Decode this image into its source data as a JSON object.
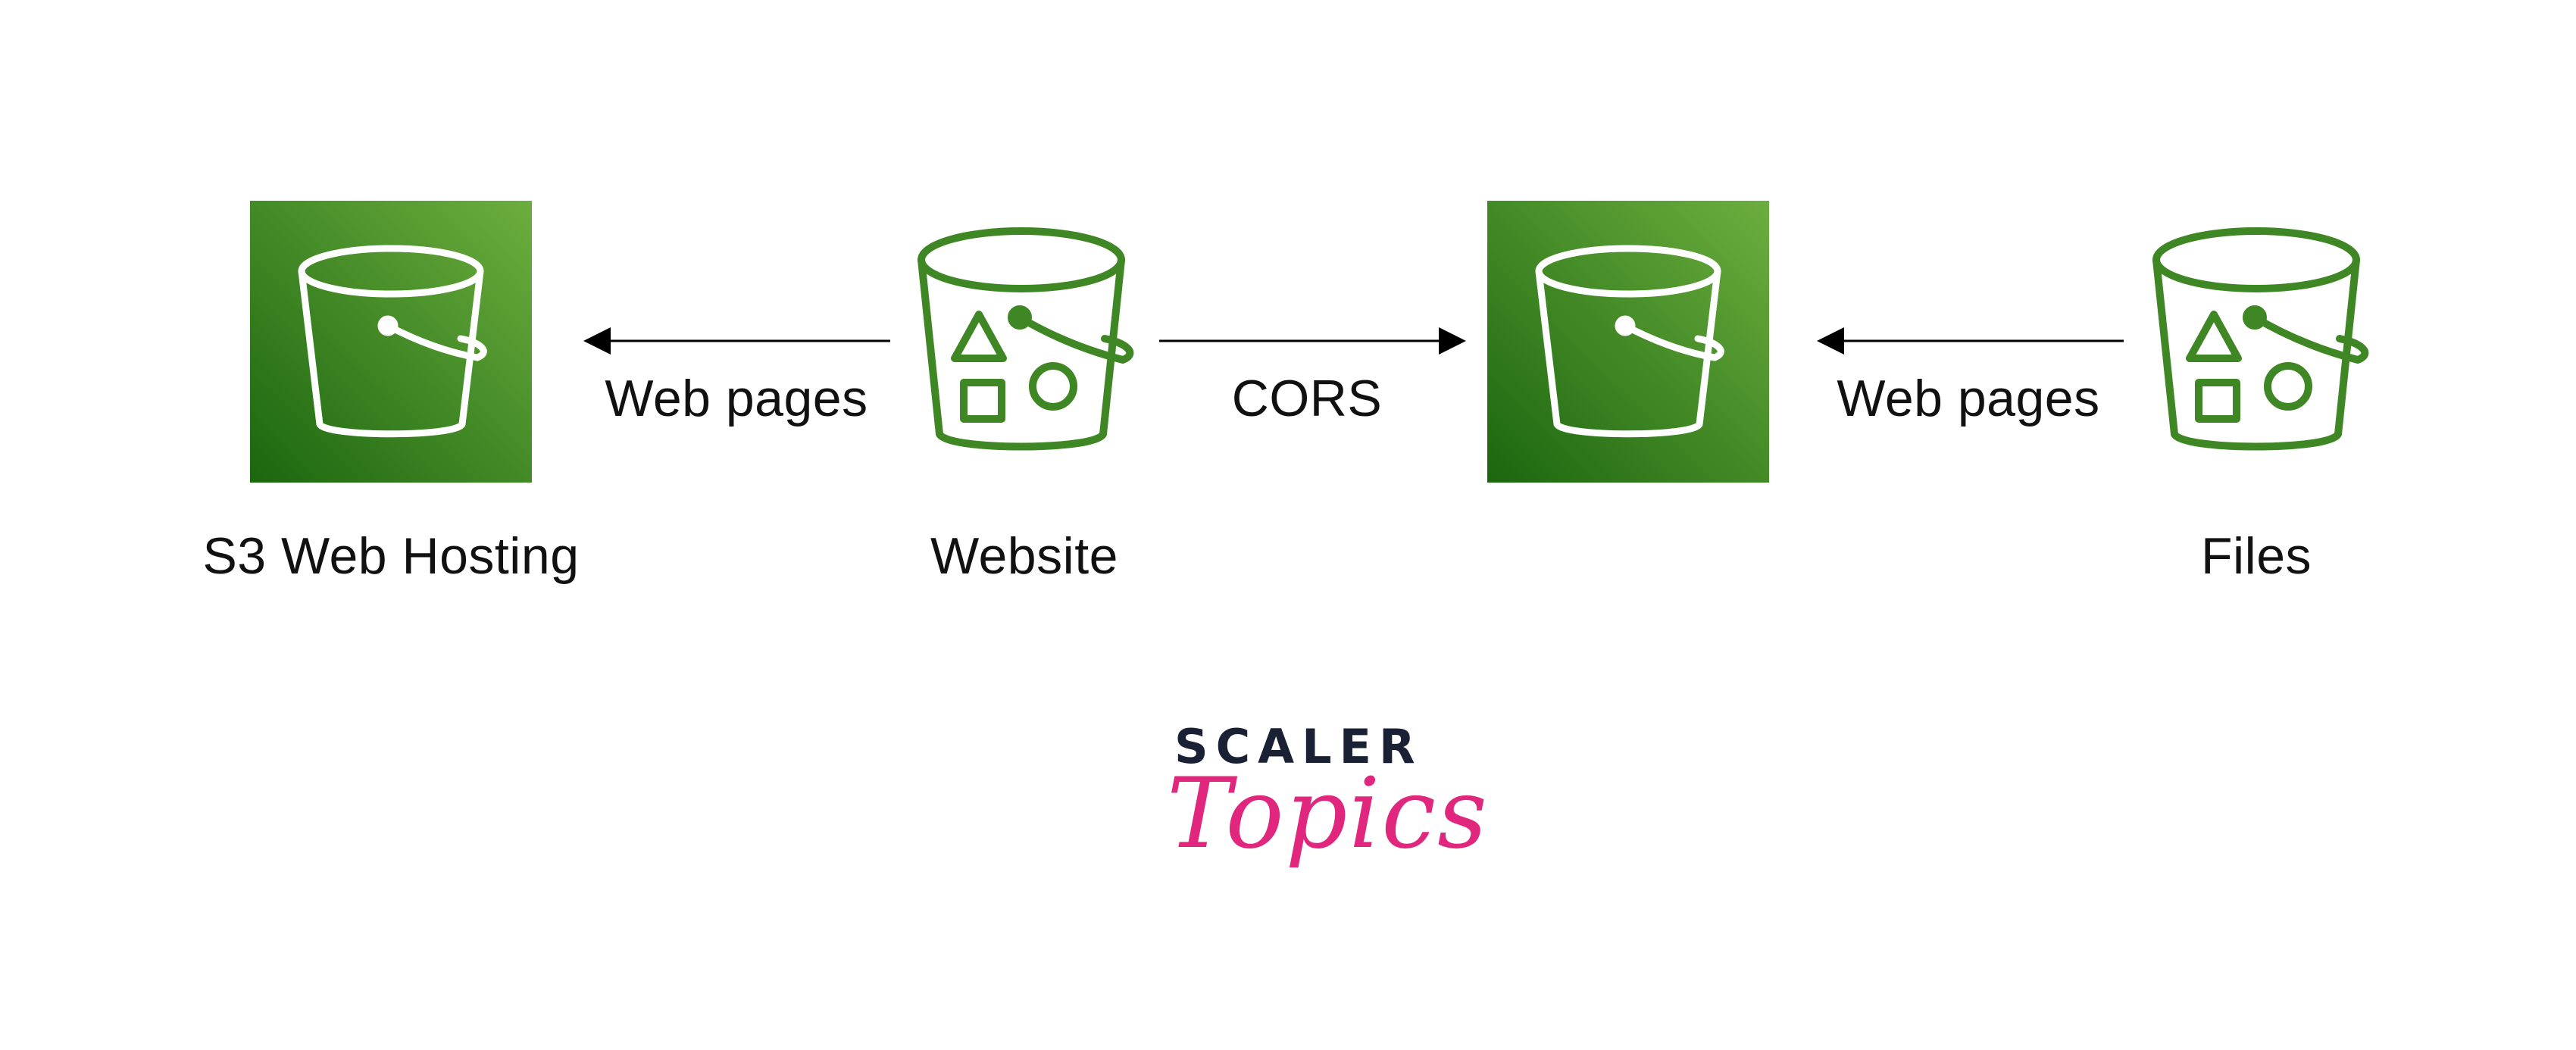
{
  "colors": {
    "bucket_green": "#3f8624",
    "tile_dark": "#1b660f",
    "tile_light": "#6cae3e",
    "arrow": "#000000",
    "text": "#111111",
    "logo_navy": "#1b2134",
    "logo_pink": "#e0267d"
  },
  "nodes": [
    {
      "id": "s3-web-hosting",
      "label": "S3 Web Hosting",
      "icon": "s3-bucket-tile-icon"
    },
    {
      "id": "website",
      "label": "Website",
      "icon": "s3-bucket-objects-icon"
    },
    {
      "id": "middle-bucket",
      "label": "",
      "icon": "s3-bucket-tile-icon"
    },
    {
      "id": "files",
      "label": "Files",
      "icon": "s3-bucket-objects-icon"
    }
  ],
  "edges": [
    {
      "from": "website",
      "to": "s3-web-hosting",
      "label": "Web pages"
    },
    {
      "from": "website",
      "to": "middle-bucket",
      "label": "CORS"
    },
    {
      "from": "files",
      "to": "middle-bucket",
      "label": "Web pages"
    }
  ],
  "logo": {
    "top": "SCALER",
    "bottom": "Topics"
  }
}
